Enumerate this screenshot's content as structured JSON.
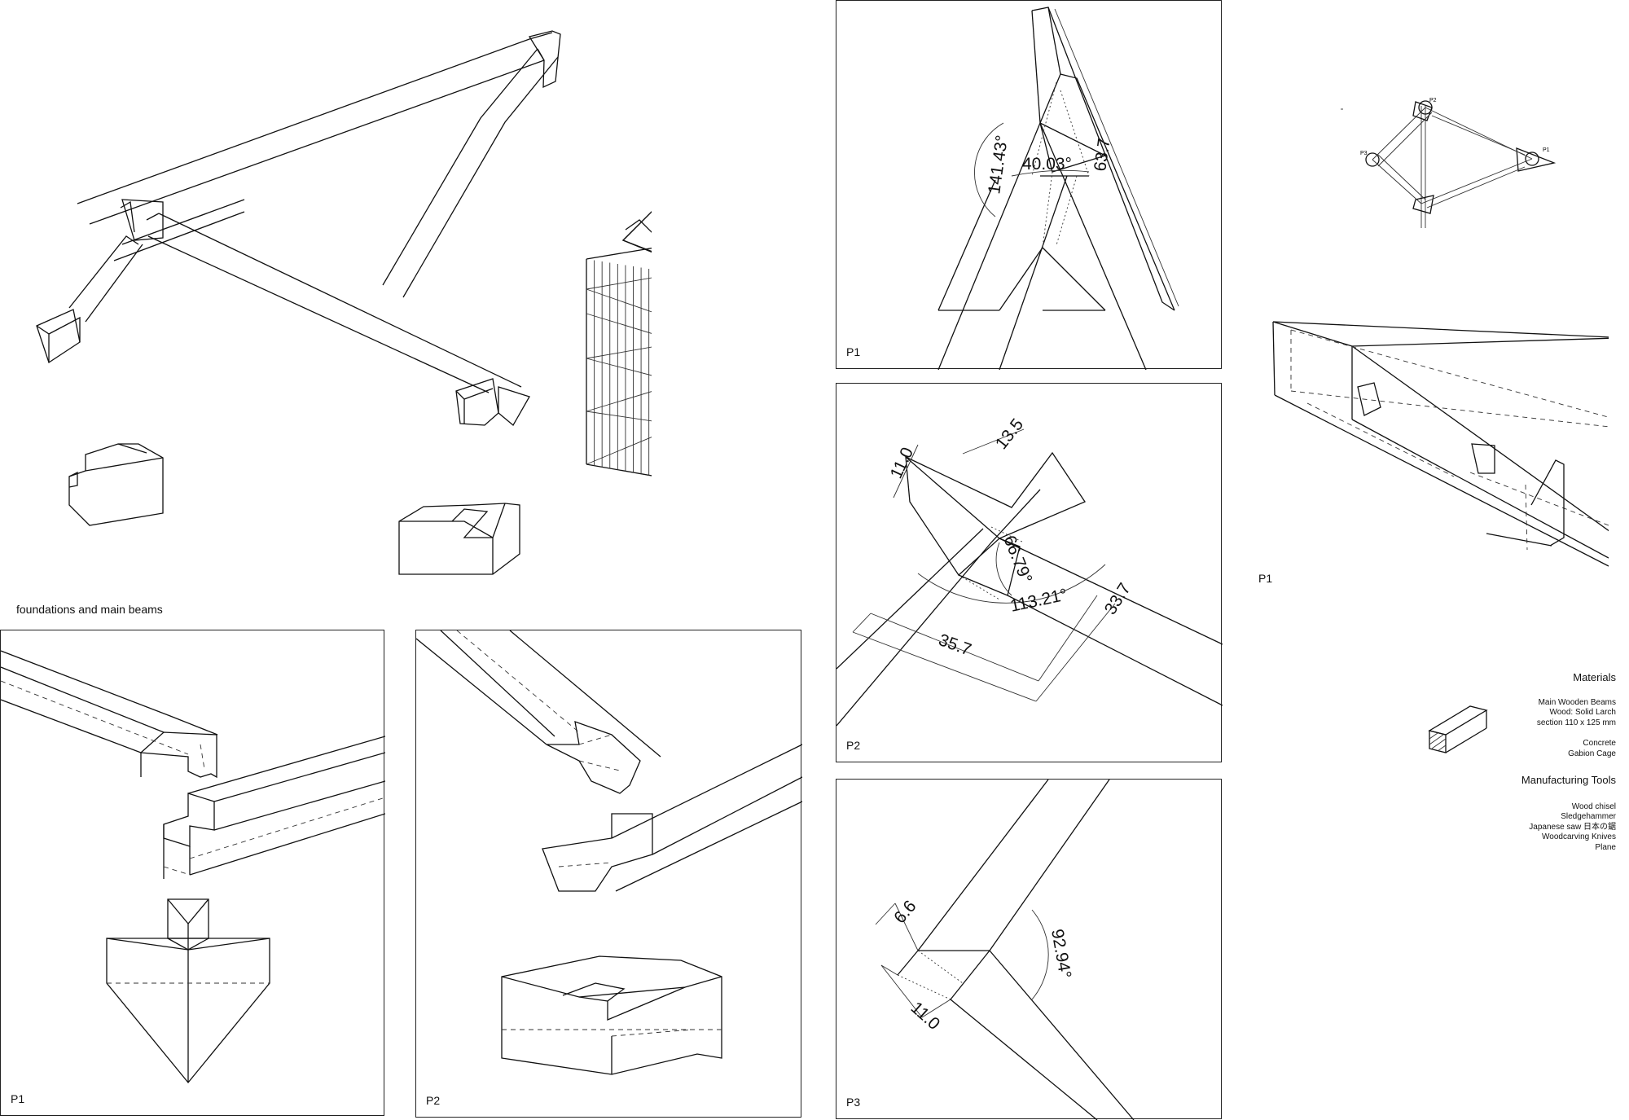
{
  "caption": "foundations and main beams",
  "panels": {
    "p1_bottom": "P1",
    "p2_bottom": "P2",
    "p1_mid": "P1",
    "p2_mid": "P2",
    "p3_mid": "P3",
    "p1_right": "P1"
  },
  "dimensions": {
    "p1": {
      "angle_outer": "141.43°",
      "angle_inner": "40.03°",
      "length": "63.7"
    },
    "p2": {
      "width_a": "11.0",
      "width_b": "13.5",
      "angle_a": "66.79°",
      "angle_b": "113.21°",
      "length_a": "33.7",
      "length_b": "35.7"
    },
    "p3": {
      "width_a": "6.6",
      "width_b": "11.0",
      "angle": "92.94°"
    }
  },
  "plan_labels": {
    "a": "P1",
    "b": "P2",
    "c": "P3"
  },
  "materials": {
    "heading": "Materials",
    "beams_title": "Main Wooden Beams",
    "beams_wood": "Wood: Solid Larch",
    "beams_section": "section 110 x 125 mm",
    "concrete": "Concrete",
    "gabion": "Gabion Cage"
  },
  "tools": {
    "heading": "Manufacturing Tools",
    "items": [
      "Wood chisel",
      "Sledgehammer",
      "Japanese saw 日本の鋸",
      "Woodcarving Knives",
      "Plane"
    ]
  }
}
